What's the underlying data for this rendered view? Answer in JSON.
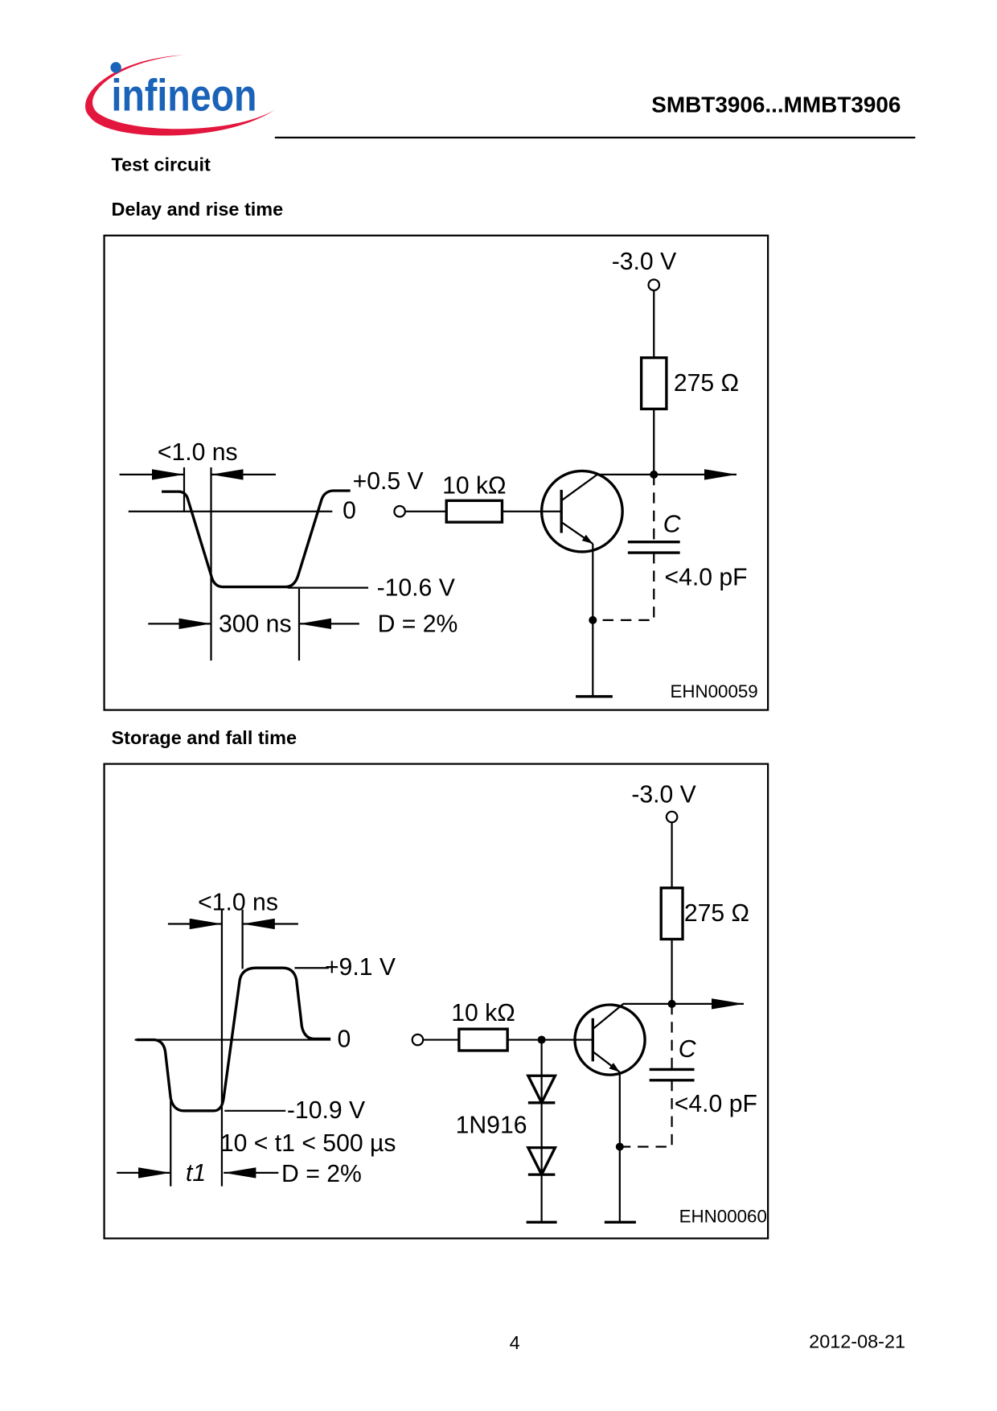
{
  "header": {
    "logo_text": "infineon",
    "product": "SMBT3906...MMBT3906"
  },
  "section_title": "Test circuit",
  "fig1": {
    "title": "Delay and rise time",
    "supply": "-3.0 V",
    "r_collector": "275 Ω",
    "r_base": "10 kΩ",
    "pulse_high": "+0.5 V",
    "zero": "0",
    "pulse_low": "-10.6 V",
    "duty": "D = 2%",
    "rise": "<1.0 ns",
    "width": "300 ns",
    "cap_label": "C",
    "cap_value": "<4.0 pF",
    "code": "EHN00059"
  },
  "fig2": {
    "title": "Storage and fall time",
    "supply": "-3.0 V",
    "r_collector": "275 Ω",
    "r_base": "10 kΩ",
    "diode": "1N916",
    "pulse_high": "+9.1 V",
    "zero": "0",
    "pulse_low": "-10.9 V",
    "t1_range": "10 < t1 < 500 µs",
    "duty": "D = 2%",
    "rise": "<1.0 ns",
    "t1": "t1",
    "cap_label": "C",
    "cap_value": "<4.0 pF",
    "code": "EHN00060"
  },
  "footer": {
    "page": "4",
    "date": "2012-08-21"
  }
}
